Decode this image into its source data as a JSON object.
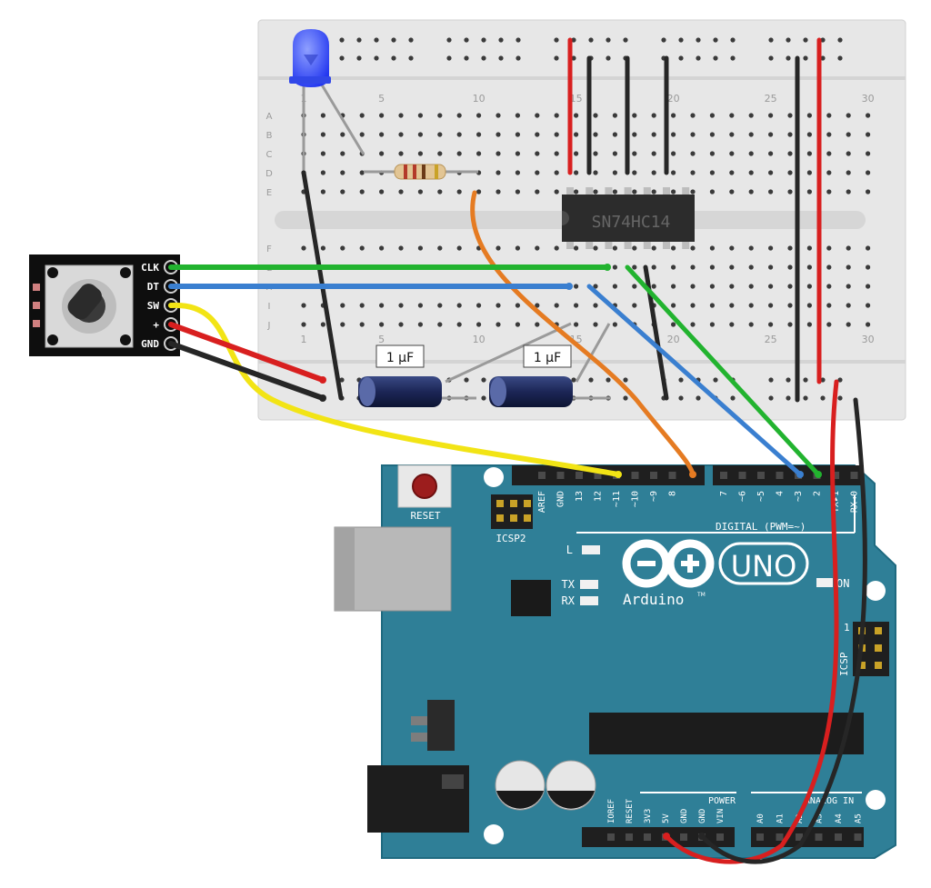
{
  "colors": {
    "wire_green": "#22b32f",
    "wire_blue": "#3a7fd0",
    "wire_yellow": "#f2e415",
    "wire_red": "#d81f1f",
    "wire_black": "#262626",
    "wire_orange": "#e57b22",
    "wire_gray": "#8a8a8a",
    "breadboard": "#e9e9e9",
    "arduino": "#2f7f97",
    "led": "#3d55ff"
  },
  "breadboard": {
    "column_numbers_top": [
      "1",
      "5",
      "10",
      "15",
      "20",
      "25",
      "30"
    ],
    "column_numbers_bottom": [
      "1",
      "5",
      "10",
      "15",
      "20",
      "25",
      "30"
    ],
    "row_letters_top": [
      "A",
      "B",
      "C",
      "D",
      "E"
    ],
    "row_letters_bottom": [
      "F",
      "G",
      "H",
      "I",
      "J"
    ]
  },
  "components": {
    "ic_label": "SN74HC14",
    "capacitor_1_label": "1 µF",
    "capacitor_2_label": "1 µF",
    "led_icon": "led-icon",
    "resistor_icon": "resistor-icon"
  },
  "encoder": {
    "pins": [
      "CLK",
      "DT",
      "SW",
      "+",
      "GND"
    ]
  },
  "arduino": {
    "reset_label": "RESET",
    "icsp2_label": "ICSP2",
    "icsp_label": "ICSP",
    "icsp_pin1": "1",
    "digital_label": "DIGITAL (PWM=~)",
    "digital_pins_left": [
      "AREF",
      "GND",
      "13",
      "12",
      "~11",
      "~10",
      "~9",
      "8"
    ],
    "digital_pins_right": [
      "7",
      "~6",
      "~5",
      "4",
      "~3",
      "2",
      "TX▸1",
      "RX◂0"
    ],
    "led_L": "L",
    "led_TX": "TX",
    "led_RX": "RX",
    "on_label": "ON",
    "brand": "Arduino",
    "tm": "TM",
    "model": "UNO",
    "power_label": "POWER",
    "power_pins": [
      "IOREF",
      "RESET",
      "3V3",
      "5V",
      "GND",
      "GND",
      "VIN"
    ],
    "analog_label": "ANALOG IN",
    "analog_pins": [
      "A0",
      "A1",
      "A2",
      "A3",
      "A4",
      "A5"
    ]
  }
}
